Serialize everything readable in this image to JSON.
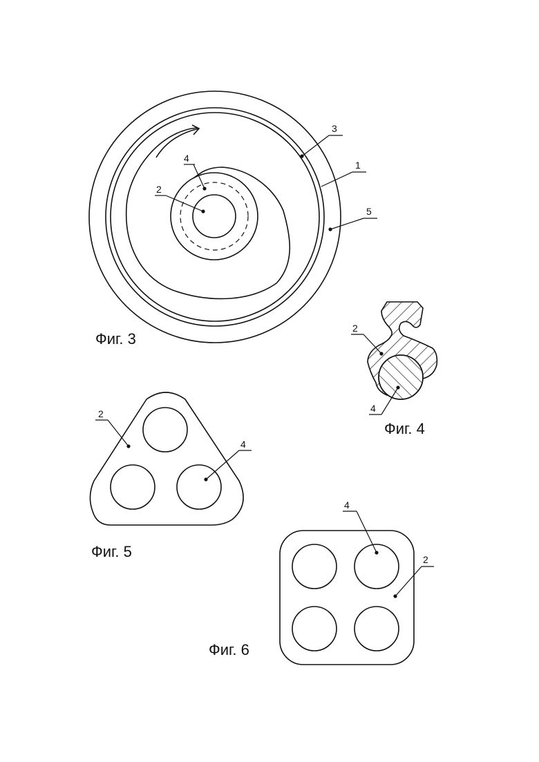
{
  "figures": {
    "fig3": {
      "caption": "Фиг. 3",
      "labels": {
        "l1": "1",
        "l2": "2",
        "l3": "3",
        "l4": "4",
        "l5": "5"
      }
    },
    "fig4": {
      "caption": "Фиг. 4",
      "labels": {
        "l2": "2",
        "l4": "4"
      }
    },
    "fig5": {
      "caption": "Фиг. 5",
      "labels": {
        "l2": "2",
        "l4": "4"
      }
    },
    "fig6": {
      "caption": "Фиг. 6",
      "labels": {
        "l2": "2",
        "l4": "4"
      }
    }
  }
}
